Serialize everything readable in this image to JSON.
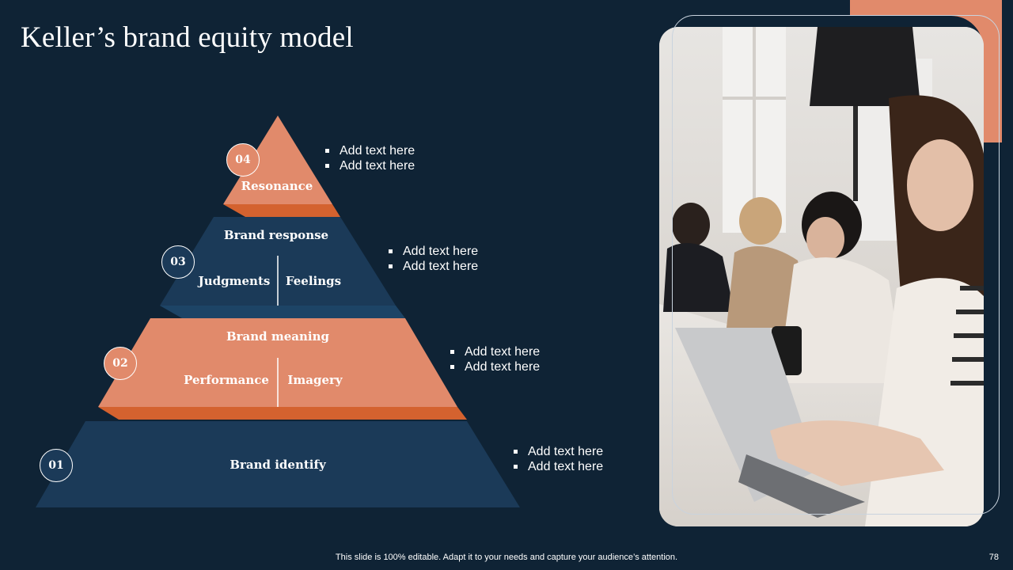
{
  "slide": {
    "title": "Keller’s brand equity model",
    "footer": "This slide is 100% editable. Adapt it to your needs and capture your audience’s attention.",
    "page_number": "78"
  },
  "colors": {
    "background": "#0f2335",
    "orange": "#e18a6b",
    "orange_dark": "#d4622f",
    "navy": "#1b3a58",
    "navy_dark": "#1d4466"
  },
  "pyramid": {
    "level_04": {
      "number": "04",
      "label": "Resonance"
    },
    "level_03": {
      "number": "03",
      "title": "Brand response",
      "left": "Judgments",
      "right": "Feelings"
    },
    "level_02": {
      "number": "02",
      "title": "Brand meaning",
      "left": "Performance",
      "right": "Imagery"
    },
    "level_01": {
      "number": "01",
      "label": "Brand identify"
    }
  },
  "bullets": {
    "level_04": [
      "Add text here",
      "Add text here"
    ],
    "level_03": [
      "Add text here",
      "Add text here"
    ],
    "level_02": [
      "Add text here",
      "Add text here"
    ],
    "level_01": [
      "Add text here",
      "Add text here"
    ]
  },
  "photo": {
    "icon": "office-photo-icon"
  }
}
